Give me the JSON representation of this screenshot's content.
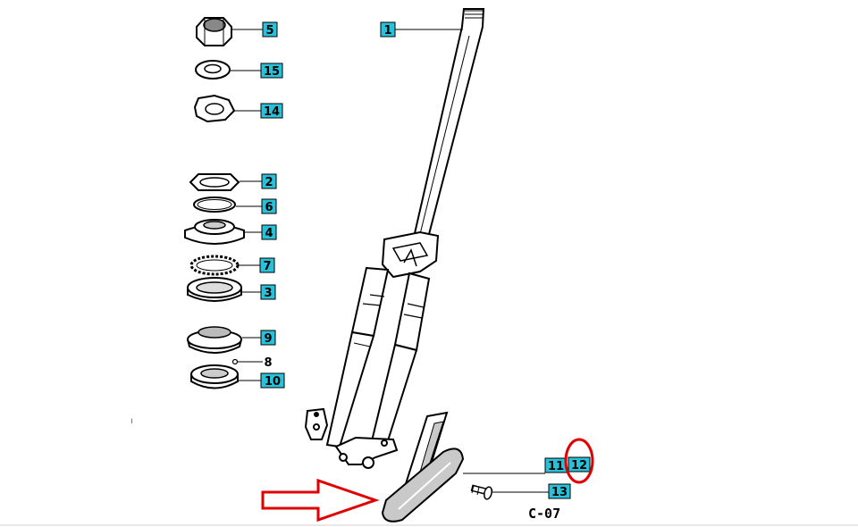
{
  "diagram": {
    "code": "C-07",
    "colors": {
      "callout_fill": "#29c1d9",
      "callout_border": "#000000",
      "line": "#000000",
      "highlight": "#e00000",
      "shade": "#c9c9c9"
    },
    "callouts": [
      {
        "id": "c1",
        "label": "1"
      },
      {
        "id": "c2",
        "label": "2"
      },
      {
        "id": "c3",
        "label": "3"
      },
      {
        "id": "c4",
        "label": "4"
      },
      {
        "id": "c5",
        "label": "5"
      },
      {
        "id": "c6",
        "label": "6"
      },
      {
        "id": "c7",
        "label": "7"
      },
      {
        "id": "c8",
        "label": "8"
      },
      {
        "id": "c9",
        "label": "9"
      },
      {
        "id": "c10",
        "label": "10"
      },
      {
        "id": "c11",
        "label": "11"
      },
      {
        "id": "c12",
        "label": "12"
      },
      {
        "id": "c13",
        "label": "13"
      },
      {
        "id": "c14",
        "label": "14"
      },
      {
        "id": "c15",
        "label": "15"
      }
    ],
    "highlighted_callout": "12"
  }
}
